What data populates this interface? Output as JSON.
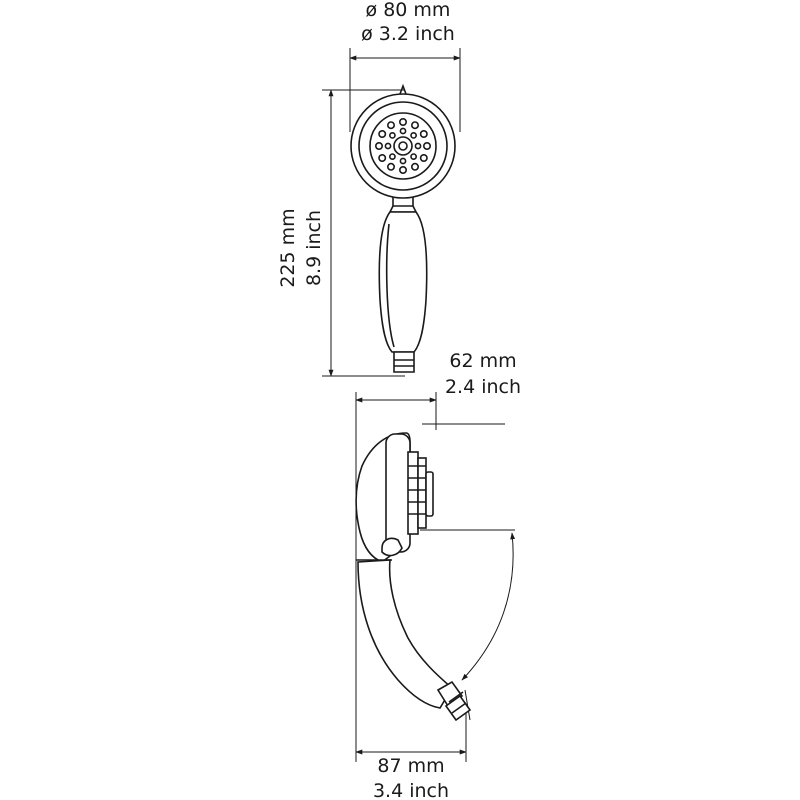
{
  "dimensions": {
    "diameter": {
      "metric": "ø 80 mm",
      "imperial": "ø 3.2 inch"
    },
    "length": {
      "metric": "225 mm",
      "imperial": "8.9 inch"
    },
    "side_depth": {
      "metric": "62 mm",
      "imperial": "2.4 inch"
    },
    "side_width": {
      "metric": "87 mm",
      "imperial": "3.4 inch"
    }
  }
}
